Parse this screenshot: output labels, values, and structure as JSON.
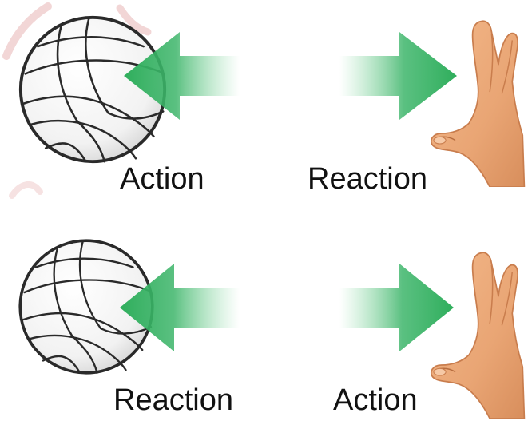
{
  "rows": [
    {
      "left_label": "Action",
      "right_label": "Reaction"
    },
    {
      "left_label": "Reaction",
      "right_label": "Action"
    }
  ],
  "colors": {
    "arrow_green": "#3db56a",
    "skin": "#e9a574",
    "skin_shadow": "#c97d4d",
    "ball_white": "#f7f7f7",
    "ball_outline": "#2a2a2a",
    "watermark_red": "#e8b5b5"
  },
  "icons": {
    "ball": "volleyball-icon",
    "hand": "hand-icon",
    "left_arrow": "arrow-left-icon",
    "right_arrow": "arrow-right-icon"
  }
}
